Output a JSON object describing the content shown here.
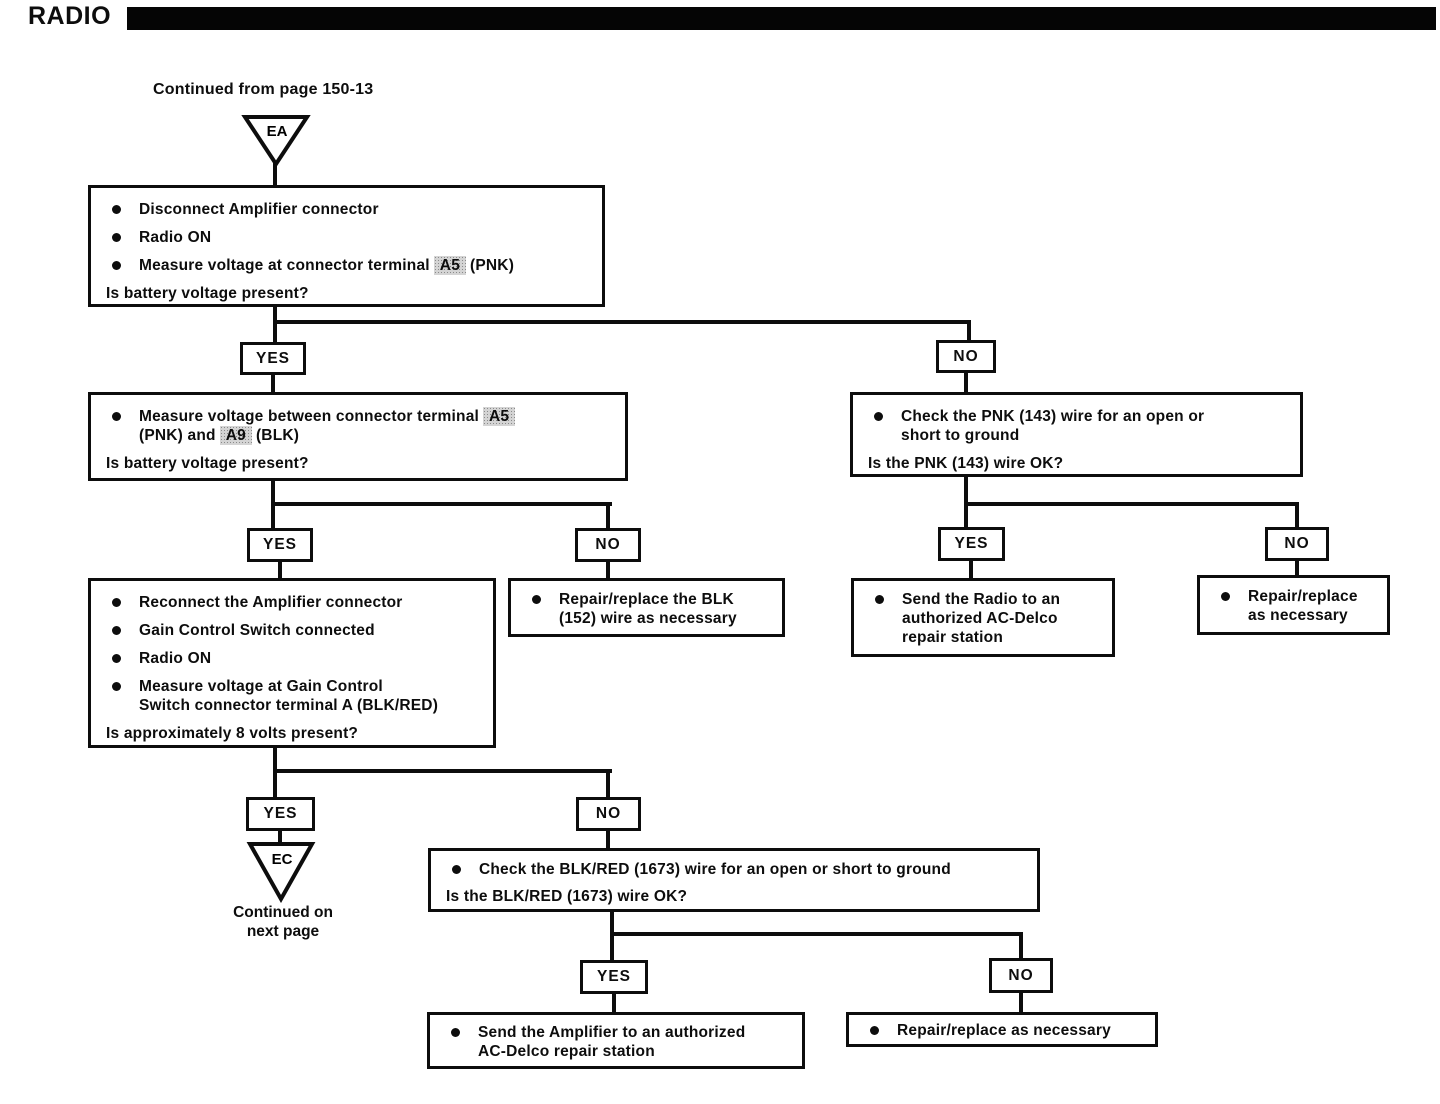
{
  "header": {
    "title": "RADIO"
  },
  "notes": {
    "continued_from": "Continued from page 150-13",
    "continued_on_line1": "Continued on",
    "continued_on_line2": "next page"
  },
  "connectors": {
    "entry": "EA",
    "exit": "EC"
  },
  "branch_labels": {
    "yes": "YES",
    "no": "NO"
  },
  "boxes": {
    "b1": {
      "bullet1": "Disconnect Amplifier connector",
      "bullet2": "Radio ON",
      "bullet3_pre": "Measure voltage at connector terminal",
      "bullet3_terminal": "A5",
      "bullet3_post": "(PNK)",
      "question": "Is battery voltage present?"
    },
    "b2": {
      "bullet1_line1_pre": "Measure voltage between connector terminal",
      "bullet1_line1_terminal": "A5",
      "bullet1_line2_pre": "(PNK) and",
      "bullet1_line2_terminal": "A9",
      "bullet1_line2_post": "(BLK)",
      "question": "Is battery voltage present?"
    },
    "b3": {
      "bullet1_line1": "Check the PNK (143) wire for an open or",
      "bullet1_line2": "short to ground",
      "question": "Is the PNK (143) wire OK?"
    },
    "b4": {
      "bullet1": "Reconnect the Amplifier connector",
      "bullet2": "Gain Control Switch connected",
      "bullet3": "Radio ON",
      "bullet4_line1": "Measure voltage at Gain Control",
      "bullet4_line2": "Switch connector terminal A (BLK/RED)",
      "question": "Is approximately 8 volts present?"
    },
    "b5": {
      "bullet1_line1": "Repair/replace the BLK",
      "bullet1_line2": "(152) wire as necessary"
    },
    "b6": {
      "bullet1_line1": "Send the Radio to an",
      "bullet1_line2": "authorized AC-Delco",
      "bullet1_line3": "repair station"
    },
    "b7": {
      "bullet1_line1": "Repair/replace",
      "bullet1_line2": "as necessary"
    },
    "b8": {
      "bullet1": "Check the BLK/RED (1673) wire for an open or short to ground",
      "question": "Is the BLK/RED (1673) wire OK?"
    },
    "b9": {
      "bullet1_line1": "Send the Amplifier to an authorized",
      "bullet1_line2": "AC-Delco repair station"
    },
    "b10": {
      "bullet1": "Repair/replace as necessary"
    }
  }
}
